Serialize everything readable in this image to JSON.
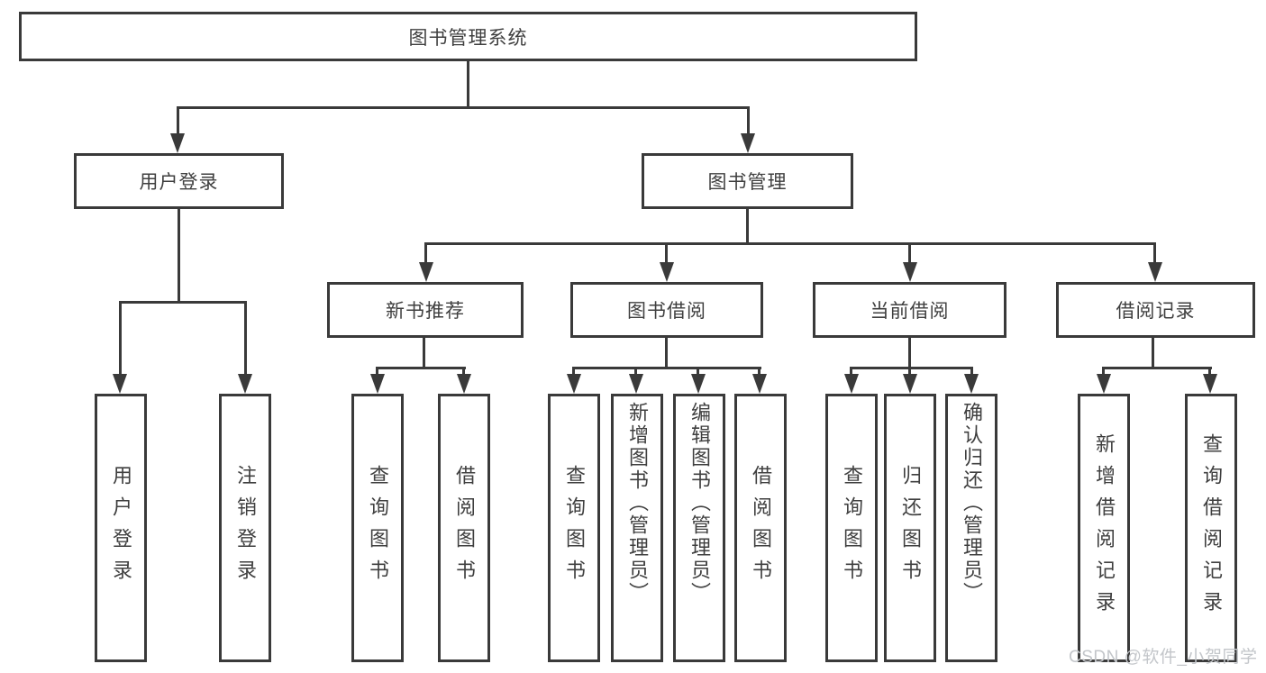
{
  "diagram": {
    "type": "tree",
    "title": "图书管理系统",
    "tree": {
      "label": "图书管理系统",
      "children": [
        {
          "label": "用户登录",
          "children": [
            {
              "label": "用户登录"
            },
            {
              "label": "注销登录"
            }
          ]
        },
        {
          "label": "图书管理",
          "children": [
            {
              "label": "新书推荐",
              "children": [
                {
                  "label": "查询图书"
                },
                {
                  "label": "借阅图书"
                }
              ]
            },
            {
              "label": "图书借阅",
              "children": [
                {
                  "label": "查询图书"
                },
                {
                  "label": "新增图书（管理员）"
                },
                {
                  "label": "编辑图书（管理员）"
                },
                {
                  "label": "借阅图书"
                }
              ]
            },
            {
              "label": "当前借阅",
              "children": [
                {
                  "label": "查询图书"
                },
                {
                  "label": "归还图书"
                },
                {
                  "label": "确认归还（管理员）"
                }
              ]
            },
            {
              "label": "借阅记录",
              "children": [
                {
                  "label": "新增借阅记录"
                },
                {
                  "label": "查询借阅记录"
                }
              ]
            }
          ]
        }
      ]
    },
    "colors": {
      "line": "#3a3a3a",
      "text": "#3f3f3f",
      "background": "#ffffff",
      "watermark": "#c3c6ca"
    },
    "watermark": "CSDN @软件_小贺同学"
  }
}
